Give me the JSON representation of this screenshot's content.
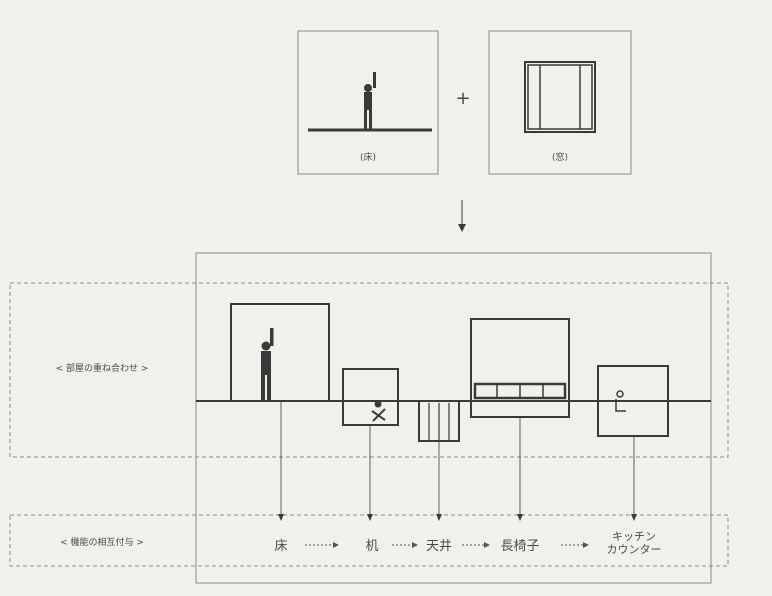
{
  "top": {
    "left_caption": "(床)",
    "right_caption": "(窓)",
    "plus": "+"
  },
  "rows": {
    "upper_label": "< 部屋の重ね合わせ >",
    "lower_label": "< 機能の相互付与 >"
  },
  "functions": [
    "床",
    "机",
    "天井",
    "長椅子",
    "キッチン\nカウンター"
  ],
  "colors": {
    "background": "#f1f0ea",
    "line": "#3a3a3a",
    "dashed": "#8a8a8a"
  }
}
